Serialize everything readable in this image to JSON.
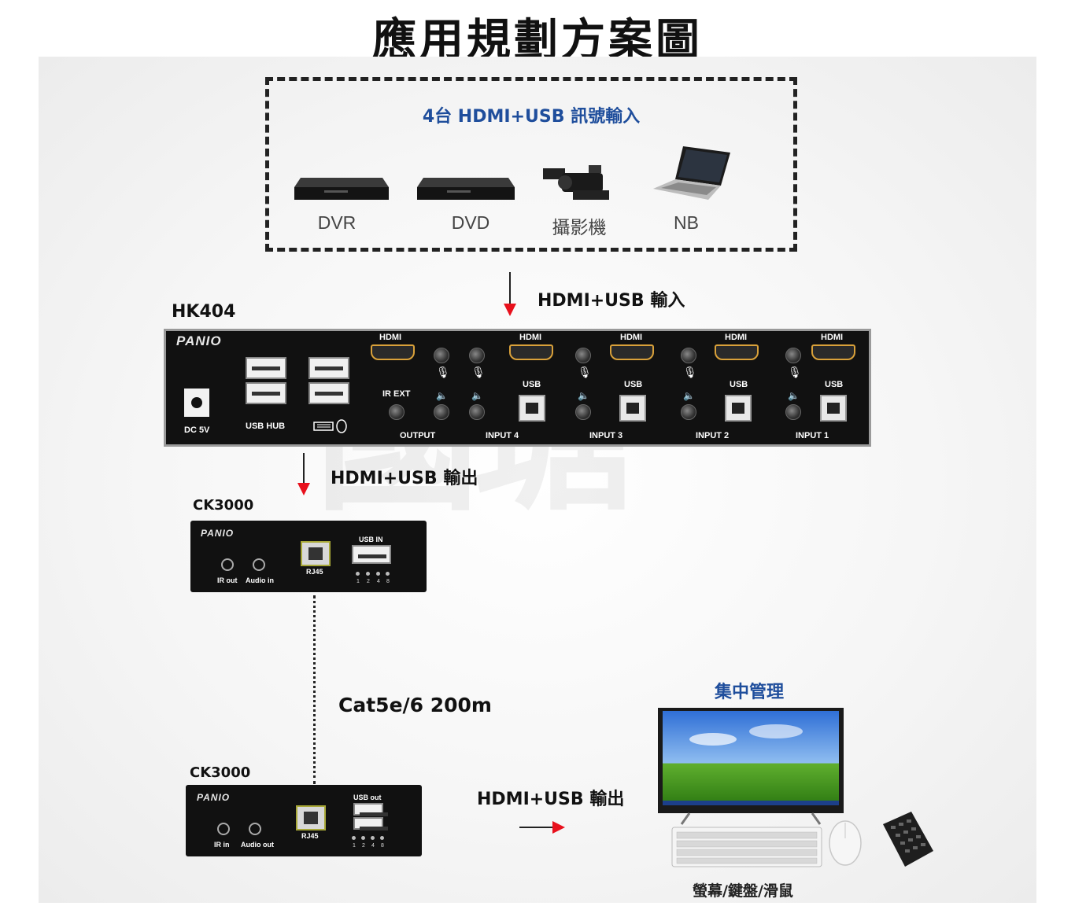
{
  "title": "應用規劃方案圖",
  "source_box": {
    "title": "4台 HDMI+USB 訊號輸入",
    "devices": [
      {
        "label": "DVR",
        "icon": "dvr-icon"
      },
      {
        "label": "DVD",
        "icon": "dvd-player-icon"
      },
      {
        "label": "攝影機",
        "icon": "camcorder-icon"
      },
      {
        "label": "NB",
        "icon": "laptop-icon"
      }
    ]
  },
  "arrows": {
    "input_label": "HDMI+USB  輸入",
    "output_label": "HDMI+USB  輸出",
    "cable_label": "Cat5e/6 200m",
    "final_output_label": "HDMI+USB  輸出"
  },
  "switch": {
    "model": "HK404",
    "brand": "PANIO",
    "dc_label": "DC 5V",
    "usb_hub_label": "USB HUB",
    "ir_ext_label": "IR EXT",
    "hdmi_label": "HDMI",
    "usb_label": "USB",
    "ports": [
      "OUTPUT",
      "INPUT 4",
      "INPUT 3",
      "INPUT 2",
      "INPUT 1"
    ]
  },
  "transmitter": {
    "model": "CK3000",
    "brand": "PANIO",
    "jack1": "IR out",
    "jack2": "Audio in",
    "rj45": "RJ45",
    "usb": "USB IN",
    "leds": [
      "1",
      "2",
      "4",
      "8"
    ]
  },
  "receiver": {
    "model": "CK3000",
    "brand": "PANIO",
    "jack1": "IR in",
    "jack2": "Audio out",
    "rj45": "RJ45",
    "usb": "USB out",
    "leds": [
      "1",
      "2",
      "4",
      "8"
    ]
  },
  "management": {
    "title": "集中管理",
    "caption": "螢幕/鍵盤/滑鼠"
  },
  "colors": {
    "accent_blue": "#1f4e9c",
    "arrow_red": "#e8101c"
  }
}
